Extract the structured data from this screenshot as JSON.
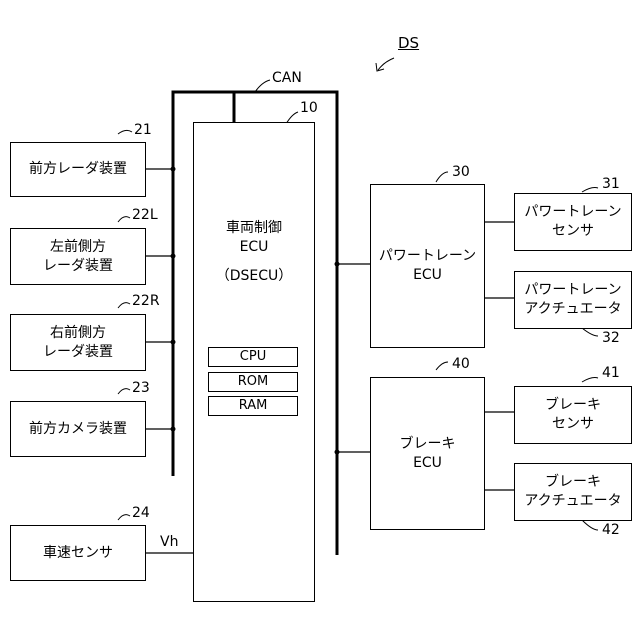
{
  "title_ref": "DS",
  "bus_label": "CAN",
  "signal_label": "Vh",
  "ecu": {
    "ref": "10",
    "line1": "車両制御",
    "line2": "ECU",
    "line3": "（DSECU）",
    "cpu": "CPU",
    "rom": "ROM",
    "ram": "RAM"
  },
  "left": [
    {
      "ref": "21",
      "line1": "前方レーダ装置",
      "line2": ""
    },
    {
      "ref": "22L",
      "line1": "左前側方",
      "line2": "レーダ装置"
    },
    {
      "ref": "22R",
      "line1": "右前側方",
      "line2": "レーダ装置"
    },
    {
      "ref": "23",
      "line1": "前方カメラ装置",
      "line2": ""
    },
    {
      "ref": "24",
      "line1": "車速センサ",
      "line2": ""
    }
  ],
  "pt_ecu": {
    "ref": "30",
    "line1": "パワートレーン",
    "line2": "ECU"
  },
  "brake_ecu": {
    "ref": "40",
    "line1": "ブレーキ",
    "line2": "ECU"
  },
  "right": [
    {
      "ref": "31",
      "line1": "パワートレーン",
      "line2": "センサ"
    },
    {
      "ref": "32",
      "line1": "パワートレーン",
      "line2": "アクチュエータ"
    },
    {
      "ref": "41",
      "line1": "ブレーキ",
      "line2": "センサ"
    },
    {
      "ref": "42",
      "line1": "ブレーキ",
      "line2": "アクチュエータ"
    }
  ]
}
